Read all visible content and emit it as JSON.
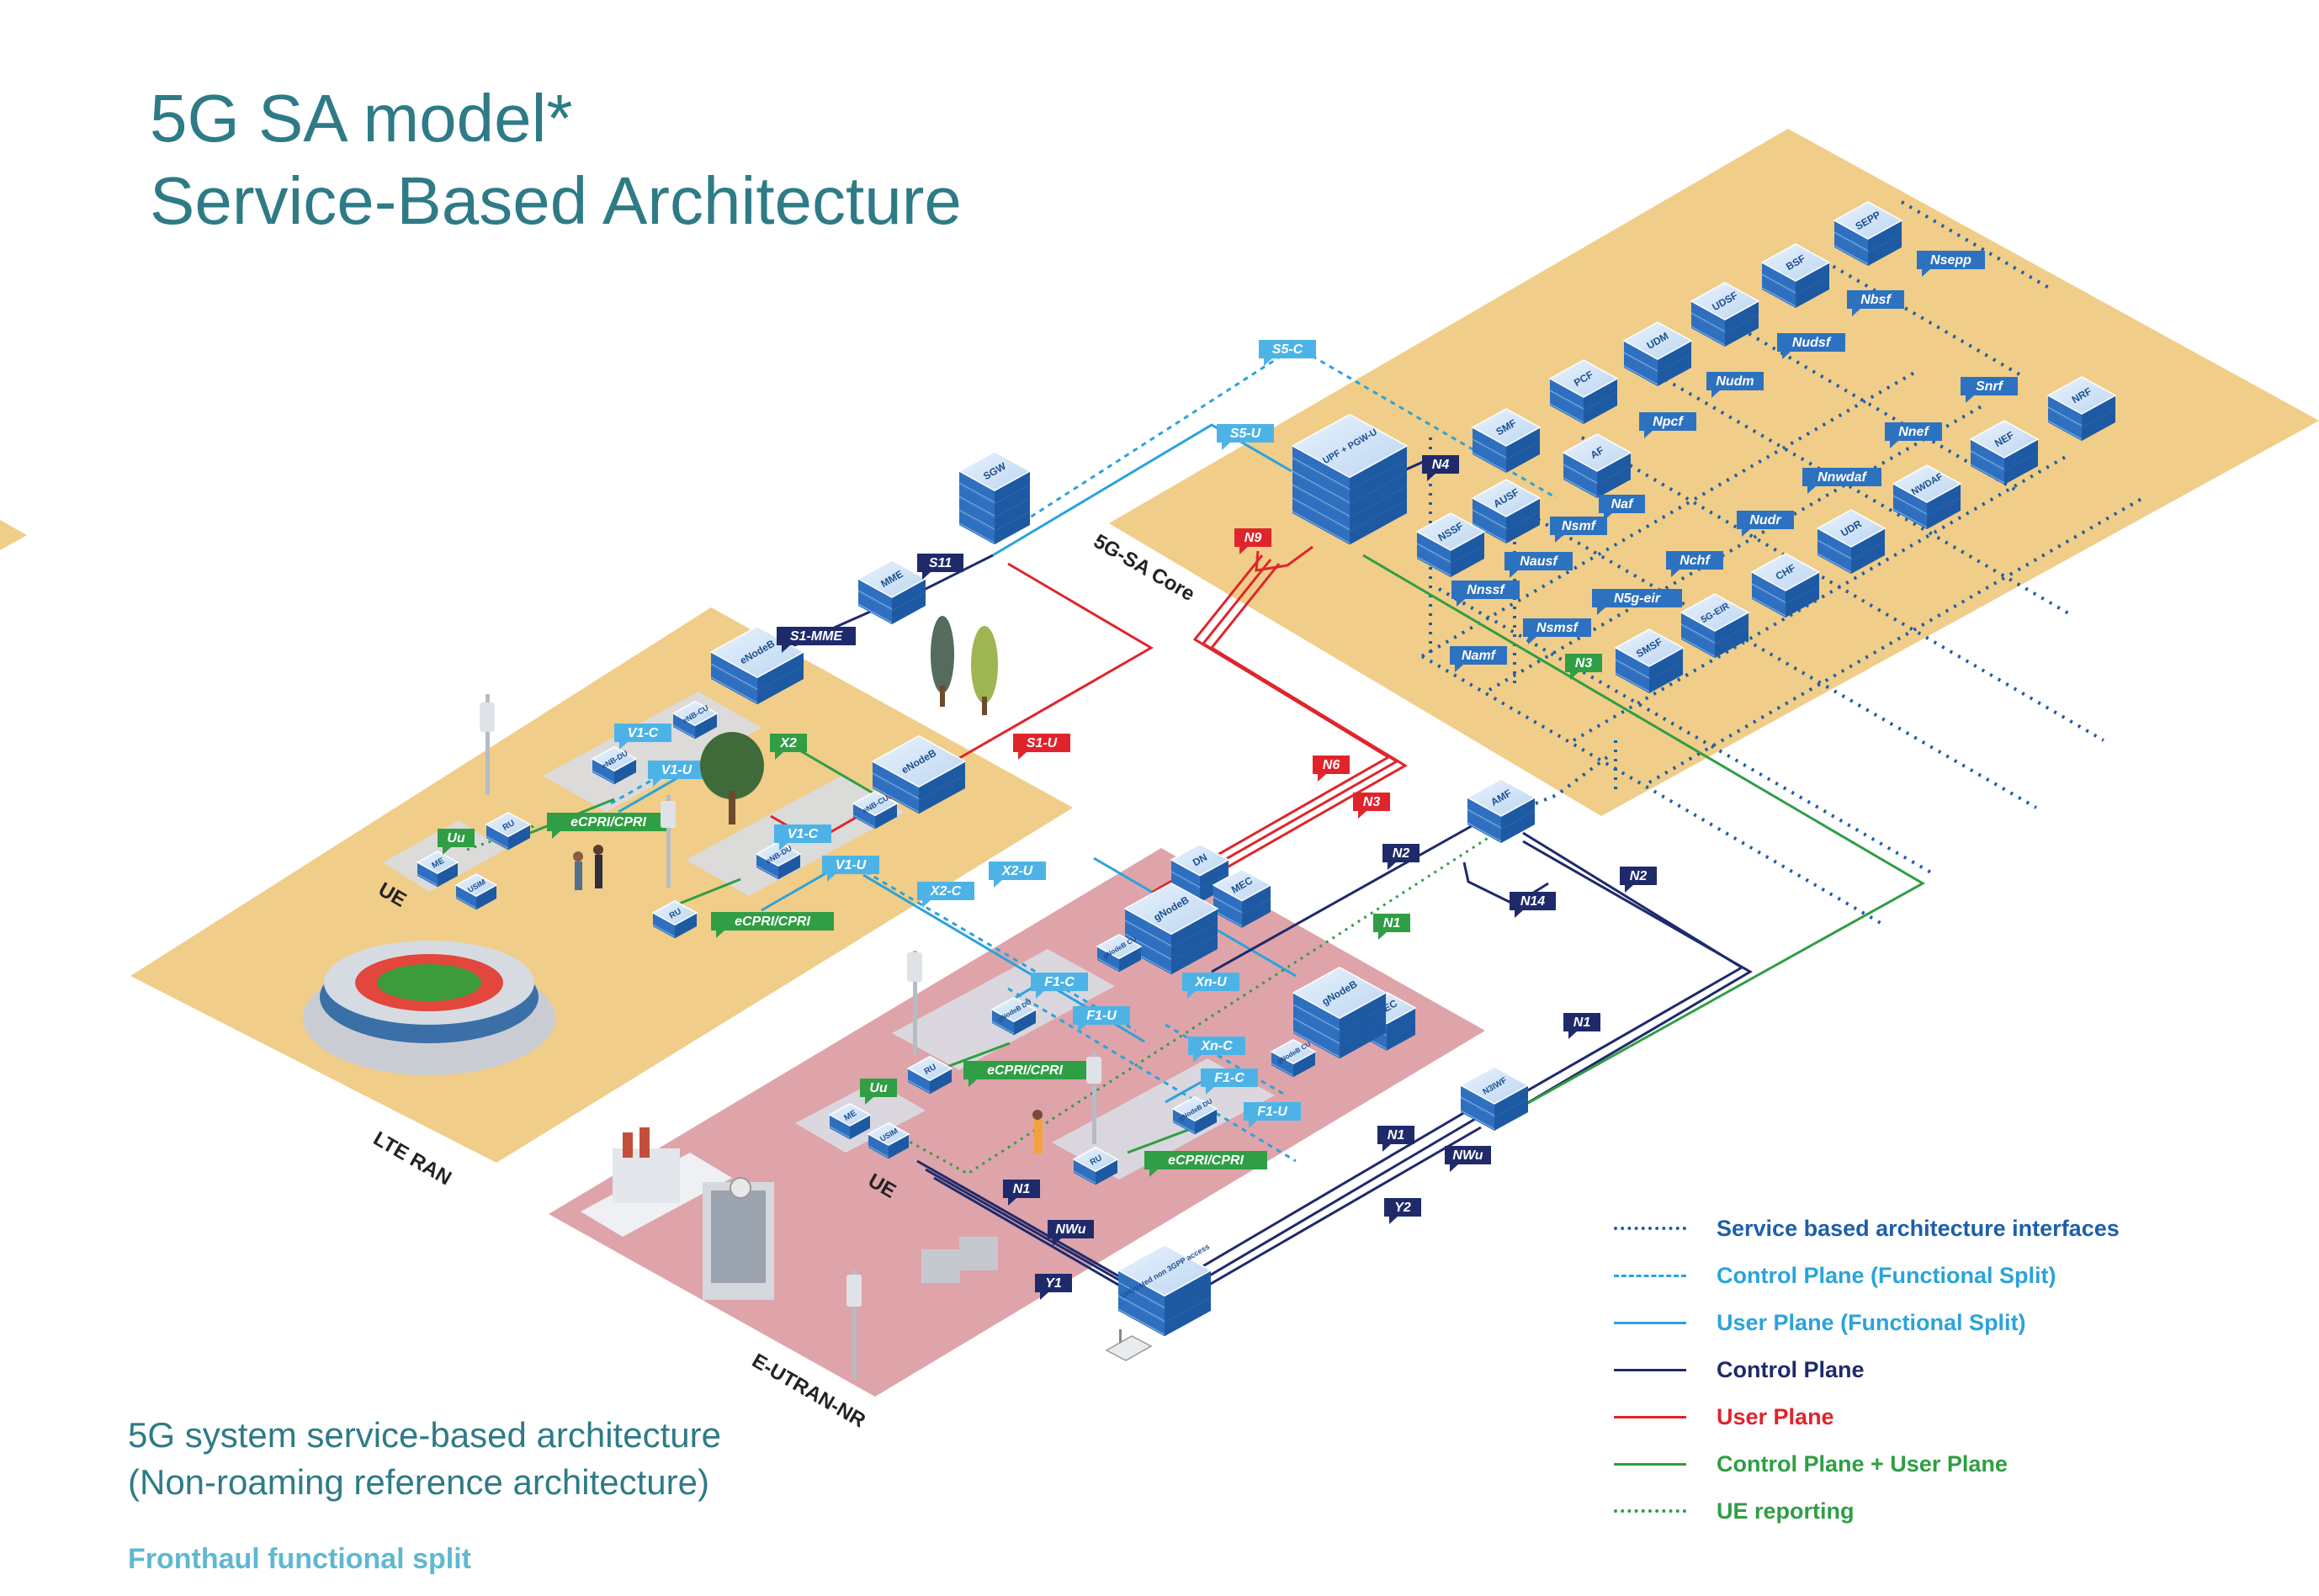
{
  "title": {
    "line1": "5G SA model*",
    "line2": "Service-Based Architecture"
  },
  "subtitle": {
    "line1": "5G system service-based architecture",
    "line2": "(Non-roaming reference architecture)"
  },
  "footnote": "Fronthaul functional split",
  "zones": {
    "core": "5G-SA Core",
    "lte": "LTE RAN",
    "eutran": "E-UTRAN-NR",
    "ue_lte": "UE",
    "ue_nr": "UE"
  },
  "core_nodes": {
    "sepp": "SEPP",
    "bsf": "BSF",
    "udsf": "UDSF",
    "udm": "UDM",
    "pcf": "PCF",
    "smf": "SMF",
    "af": "AF",
    "ausf": "AUSF",
    "nssf": "NSSF",
    "nrf": "NRF",
    "nef": "NEF",
    "nwdaf": "NWDAF",
    "udr": "UDR",
    "chf": "CHF",
    "g5eir": "5G-EIR",
    "smsf": "SMSF",
    "upf": "UPF + PGW-U"
  },
  "nodes": {
    "sgw": "SGW",
    "mme": "MME",
    "enodeb1": "eNodeB",
    "enodeb2": "eNodeB",
    "enbcu1": "eNB-CU",
    "enbdu1": "eNB-DU",
    "enbcu2": "eNB-CU",
    "enbdu2": "eNB-DU",
    "ru1": "RU",
    "ru2": "RU",
    "ru3": "RU",
    "ru4": "RU",
    "me1": "ME",
    "usim1": "USIM",
    "me2": "ME",
    "usim2": "USIM",
    "dn": "DN",
    "mec1": "MEC",
    "mec2": "MEC",
    "gnodeb1": "gNodeB",
    "gnodeb2": "gNodeB",
    "gnbcu1": "gNodeB CU",
    "gnbdu1": "gNodeB DU",
    "gnbcu2": "gNodeB CU",
    "gnbdu2": "gNodeB DU",
    "amf": "AMF",
    "n3iwf": "N3IWF",
    "untrusted": "Untrusted non 3GPP access"
  },
  "iface": {
    "nsepp": "Nsepp",
    "nbsf": "Nbsf",
    "nudsf": "Nudsf",
    "nudm": "Nudm",
    "snrf": "Snrf",
    "npcf": "Npcf",
    "nnef": "Nnef",
    "naf": "Naf",
    "nnwdaf": "Nnwdaf",
    "nsmf": "Nsmf",
    "nudr": "Nudr",
    "nausf": "Nausf",
    "nchf": "Nchf",
    "nnssf": "Nnssf",
    "n5geir": "N5g-eir",
    "nsmsf": "Nsmsf",
    "namf": "Namf",
    "n3core": "N3",
    "s5c": "S5-C",
    "s5u": "S5-U",
    "n4": "N4",
    "n9": "N9",
    "s11": "S11",
    "s1mme": "S1-MME",
    "s1u": "S1-U",
    "n6": "N6",
    "n3": "N3",
    "n2a": "N2",
    "n2b": "N2",
    "n14": "N14",
    "n1a": "N1",
    "n1b": "N1",
    "n1c": "N1",
    "n1d": "N1",
    "nwu1": "NWu",
    "nwu2": "NWu",
    "y1": "Y1",
    "y2": "Y2",
    "v1c1": "V1-C",
    "v1u1": "V1-U",
    "x2": "X2",
    "cpri1": "eCPRI/CPRI",
    "uu1": "Uu",
    "v1c2": "V1-C",
    "v1u2": "V1-U",
    "x2u": "X2-U",
    "x2c": "X2-C",
    "cpri2": "eCPRI/CPRI",
    "f1c1": "F1-C",
    "f1u1": "F1-U",
    "xnu": "Xn-U",
    "xnc": "Xn-C",
    "f1c2": "F1-C",
    "f1u2": "F1-U",
    "cpri3": "eCPRI/CPRI",
    "cpri4": "eCPRI/CPRI",
    "uu2": "Uu"
  },
  "legend": [
    {
      "label": "Service based architecture interfaces",
      "color": "#1d5fa8",
      "style": "dotted"
    },
    {
      "label": "Control Plane (Functional Split)",
      "color": "#2ba3db",
      "style": "dashed"
    },
    {
      "label": "User Plane (Functional Split)",
      "color": "#2ba3db",
      "style": "solid"
    },
    {
      "label": "Control Plane",
      "color": "#1f2a6b",
      "style": "solid"
    },
    {
      "label": "User Plane",
      "color": "#e0242c",
      "style": "solid"
    },
    {
      "label": "Control Plane + User Plane",
      "color": "#2f9e44",
      "style": "solid"
    },
    {
      "label": "UE reporting",
      "color": "#2f9e44",
      "style": "dotted"
    }
  ],
  "colors": {
    "core_zone": "#f0cd88",
    "eutran_zone": "#dea4aa",
    "title": "#2e7b86",
    "node": "#2d72c0"
  }
}
